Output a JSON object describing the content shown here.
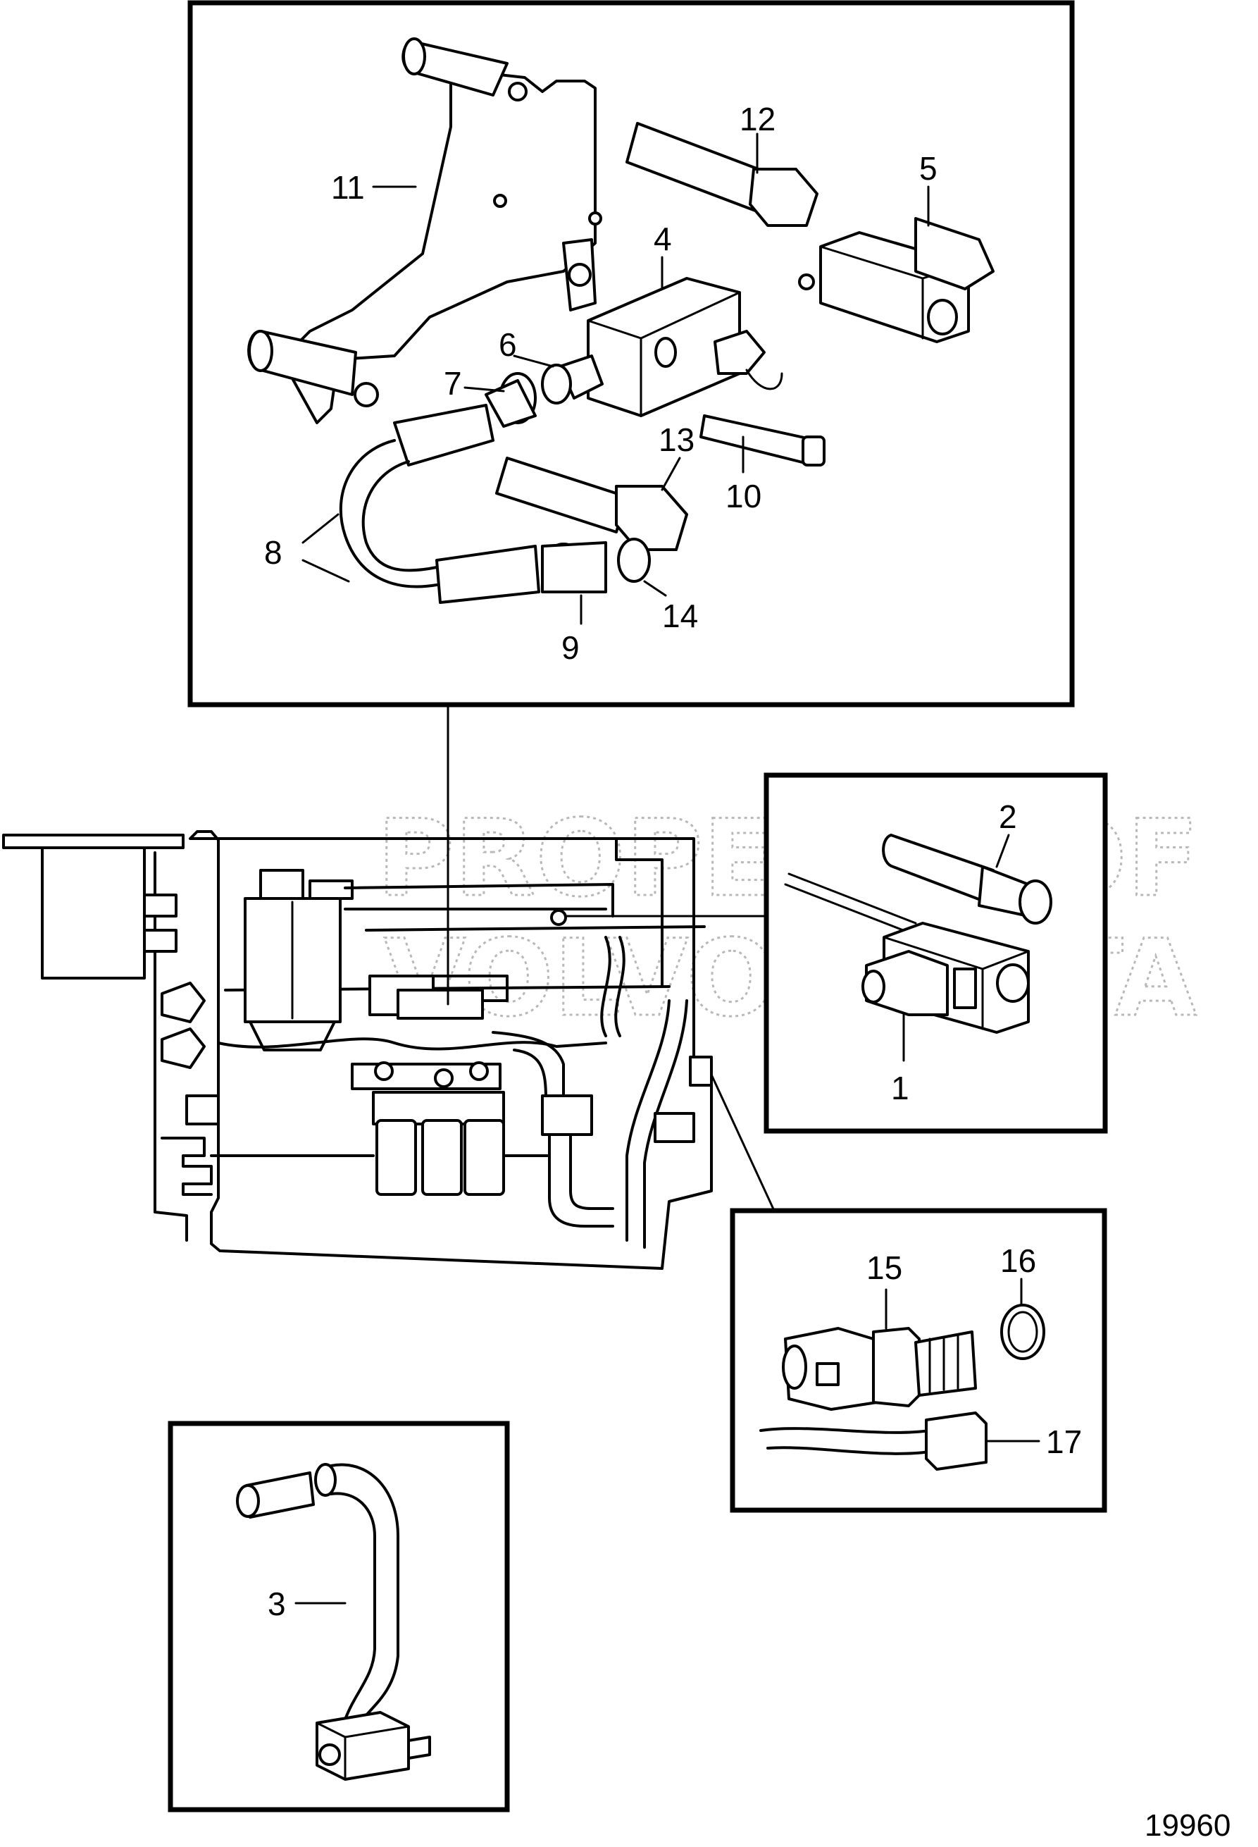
{
  "watermark": {
    "line1": "PROPERTY OF",
    "line2": "VOLVO PENTA"
  },
  "figure_number": "19960",
  "callouts": {
    "c1": "1",
    "c2": "2",
    "c3": "3",
    "c4": "4",
    "c5": "5",
    "c6": "6",
    "c7": "7",
    "c8": "8",
    "c9": "9",
    "c10": "10",
    "c11": "11",
    "c12": "12",
    "c13": "13",
    "c14": "14",
    "c15": "15",
    "c16": "16",
    "c17": "17"
  }
}
